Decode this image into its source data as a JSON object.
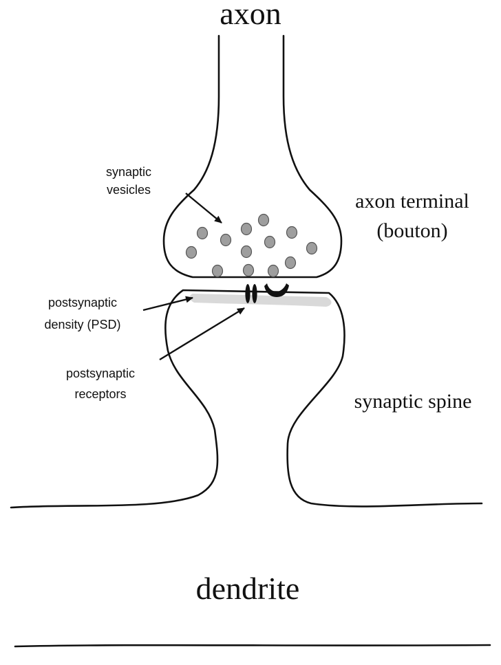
{
  "labels": {
    "axon": "axon",
    "axon_terminal_line1": "axon terminal",
    "axon_terminal_line2": "(bouton)",
    "synaptic_vesicles_line1": "synaptic",
    "synaptic_vesicles_line2": "vesicles",
    "psd_line1": "postsynaptic",
    "psd_line2": "density (PSD)",
    "receptors_line1": "postsynaptic",
    "receptors_line2": "receptors",
    "synaptic_spine": "synaptic spine",
    "dendrite": "dendrite"
  },
  "colors": {
    "outline": "#111111",
    "vesicle_fill": "#9e9e9e",
    "psd_fill": "#d9d9d9",
    "receptor_fill": "#111111",
    "background": "#ffffff"
  }
}
